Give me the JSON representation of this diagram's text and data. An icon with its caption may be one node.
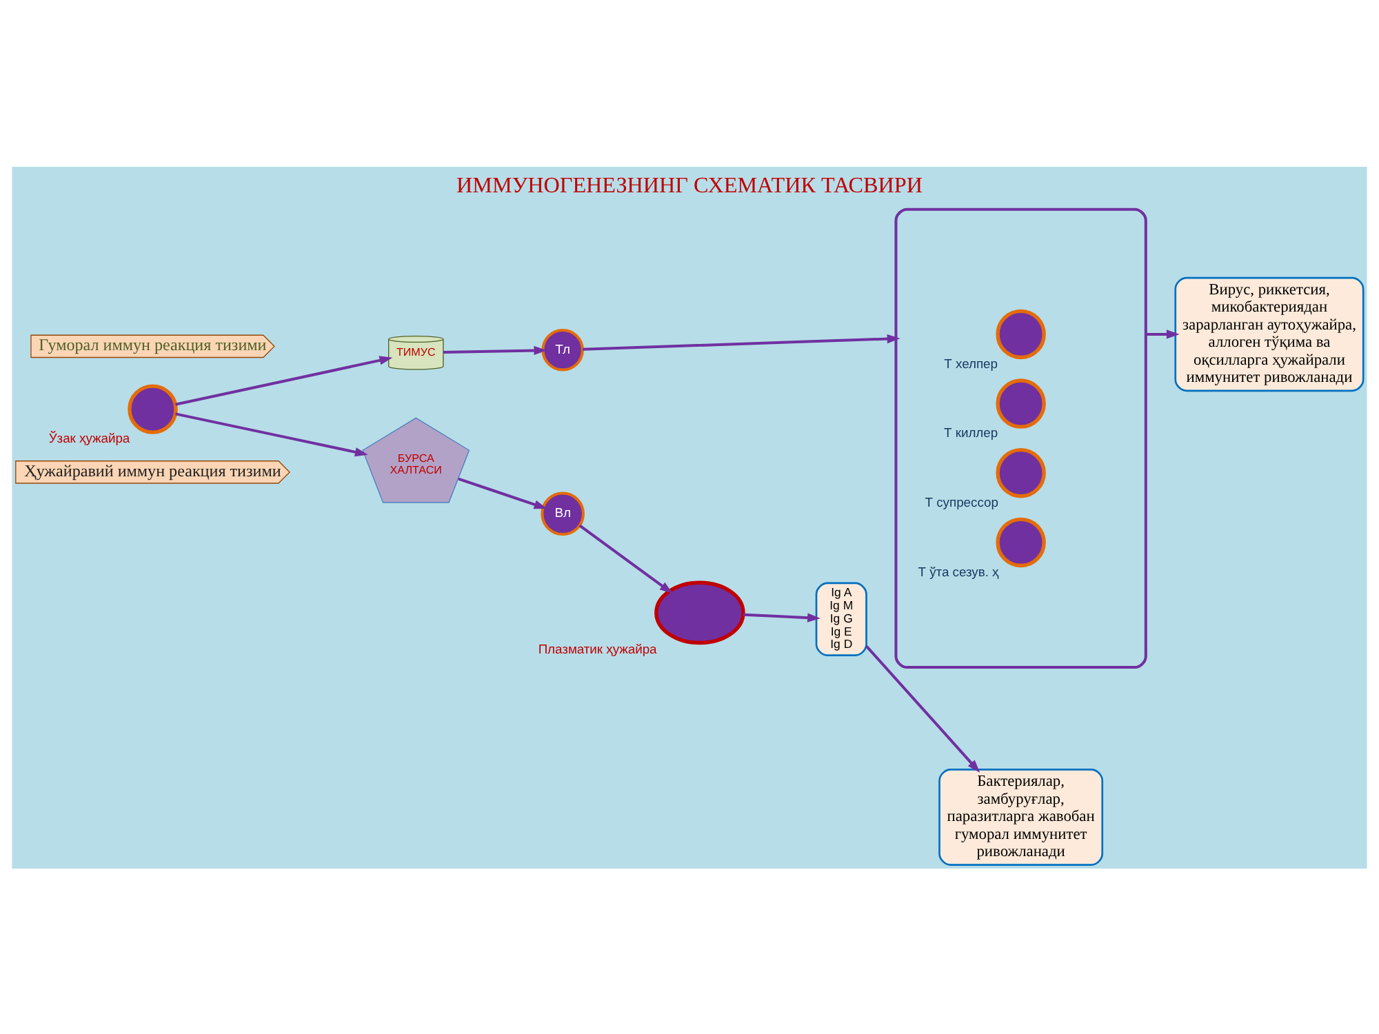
{
  "diagram": {
    "title": "ИММУНОГЕНЕЗНИНГ СХЕМАТИК ТАСВИРИ",
    "nodes": [
      {
        "text": [
          "Ҳужайравий иммун реакция тизими"
        ]
      },
      {
        "text": [
          "Вирус, риккетсия, микобактериядан зарарланган аутоҳужайра, аллоген тўқима ва оқсилларга ҳужайрали иммунитет ривожланади"
        ]
      },
      {
        "text": [
          "ТИМУС"
        ]
      },
      {
        "text": [
          "Тл"
        ]
      },
      {
        "text": [],
        "shape": "bracket"
      },
      {
        "text": [],
        "shape": "circle",
        "in": 4,
        "beside": [
          "Т хелпер"
        ]
      },
      {
        "text": [],
        "shape": "circle",
        "in": 4,
        "beside": [
          "Т киллер"
        ]
      },
      {
        "text": [],
        "shape": "circle",
        "in": 4,
        "beside": [
          "Т супрессор"
        ]
      },
      {
        "text": [],
        "shape": "circle",
        "in": 4,
        "beside": [
          "Т ўта сезув. ҳ"
        ]
      },
      {
        "text": [],
        "shape": "circle",
        "beside": [
          "Ўзак ҳужайра"
        ]
      },
      {
        "text": [
          "БУРСА ХАЛТАСИ"
        ]
      },
      {
        "text": [
          "Вл"
        ]
      },
      {
        "text": [],
        "shape": "circle",
        "beside": [
          "Плазматик ҳужайра"
        ]
      },
      {
        "text": [
          "Ig A",
          "Ig M",
          "Ig G",
          "Ig E",
          "Ig D"
        ]
      },
      {
        "text": [
          "Бактериялар, замбуруғлар, паразитларга жавобан гуморал иммунитет ривожланади"
        ]
      },
      {
        "text": [
          "Гуморал иммун реакция тизими"
        ]
      }
    ],
    "edges": [
      {
        "from": 9,
        "to": 2,
        "arrow": "to"
      },
      {
        "from": 9,
        "to": 10,
        "arrow": "to"
      },
      {
        "from": 2,
        "to": 3,
        "arrow": "to"
      },
      {
        "from": 3,
        "to": 4,
        "arrow": "to"
      },
      {
        "from": 4,
        "to": 1,
        "arrow": "to"
      },
      {
        "from": 10,
        "to": 11,
        "arrow": "to"
      },
      {
        "from": 11,
        "to": 12,
        "arrow": "to"
      },
      {
        "from": 12,
        "to": 13,
        "arrow": "to"
      },
      {
        "from": 13,
        "to": 14,
        "arrow": "to"
      }
    ]
  }
}
